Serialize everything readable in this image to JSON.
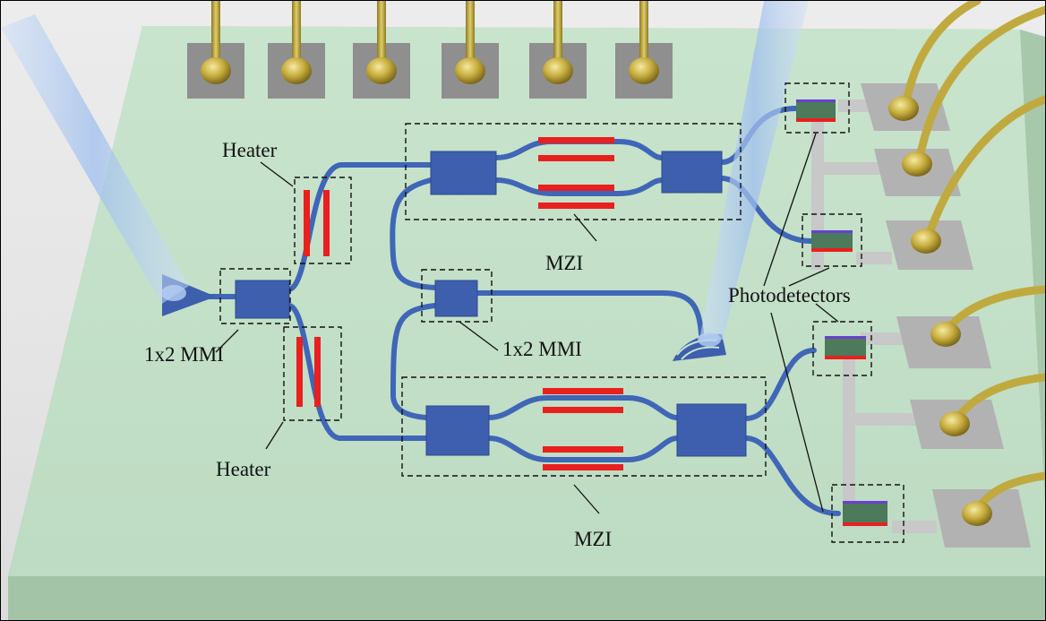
{
  "labels": {
    "heater_top": "Heater",
    "heater_bottom": "Heater",
    "mmi_left": "1x2 MMI",
    "mmi_center": "1x2 MMI",
    "mzi_top": "MZI",
    "mzi_bottom": "MZI",
    "photodetectors": "Photodetectors"
  },
  "colors": {
    "chip_top": "#c8e3cc",
    "chip_side": "#a9c9ad",
    "waveguide": "#3f65b6",
    "mmi_block": "#3d5fae",
    "heater": "#e8201e",
    "photodetector_body": "#4c7a5a",
    "photodetector_top_stripe": "#6a3fd0",
    "pad": "#9c9c9c",
    "trace": "#c9c9c9",
    "wire": "#b8a23a",
    "fiber": "#b3cdf0"
  }
}
